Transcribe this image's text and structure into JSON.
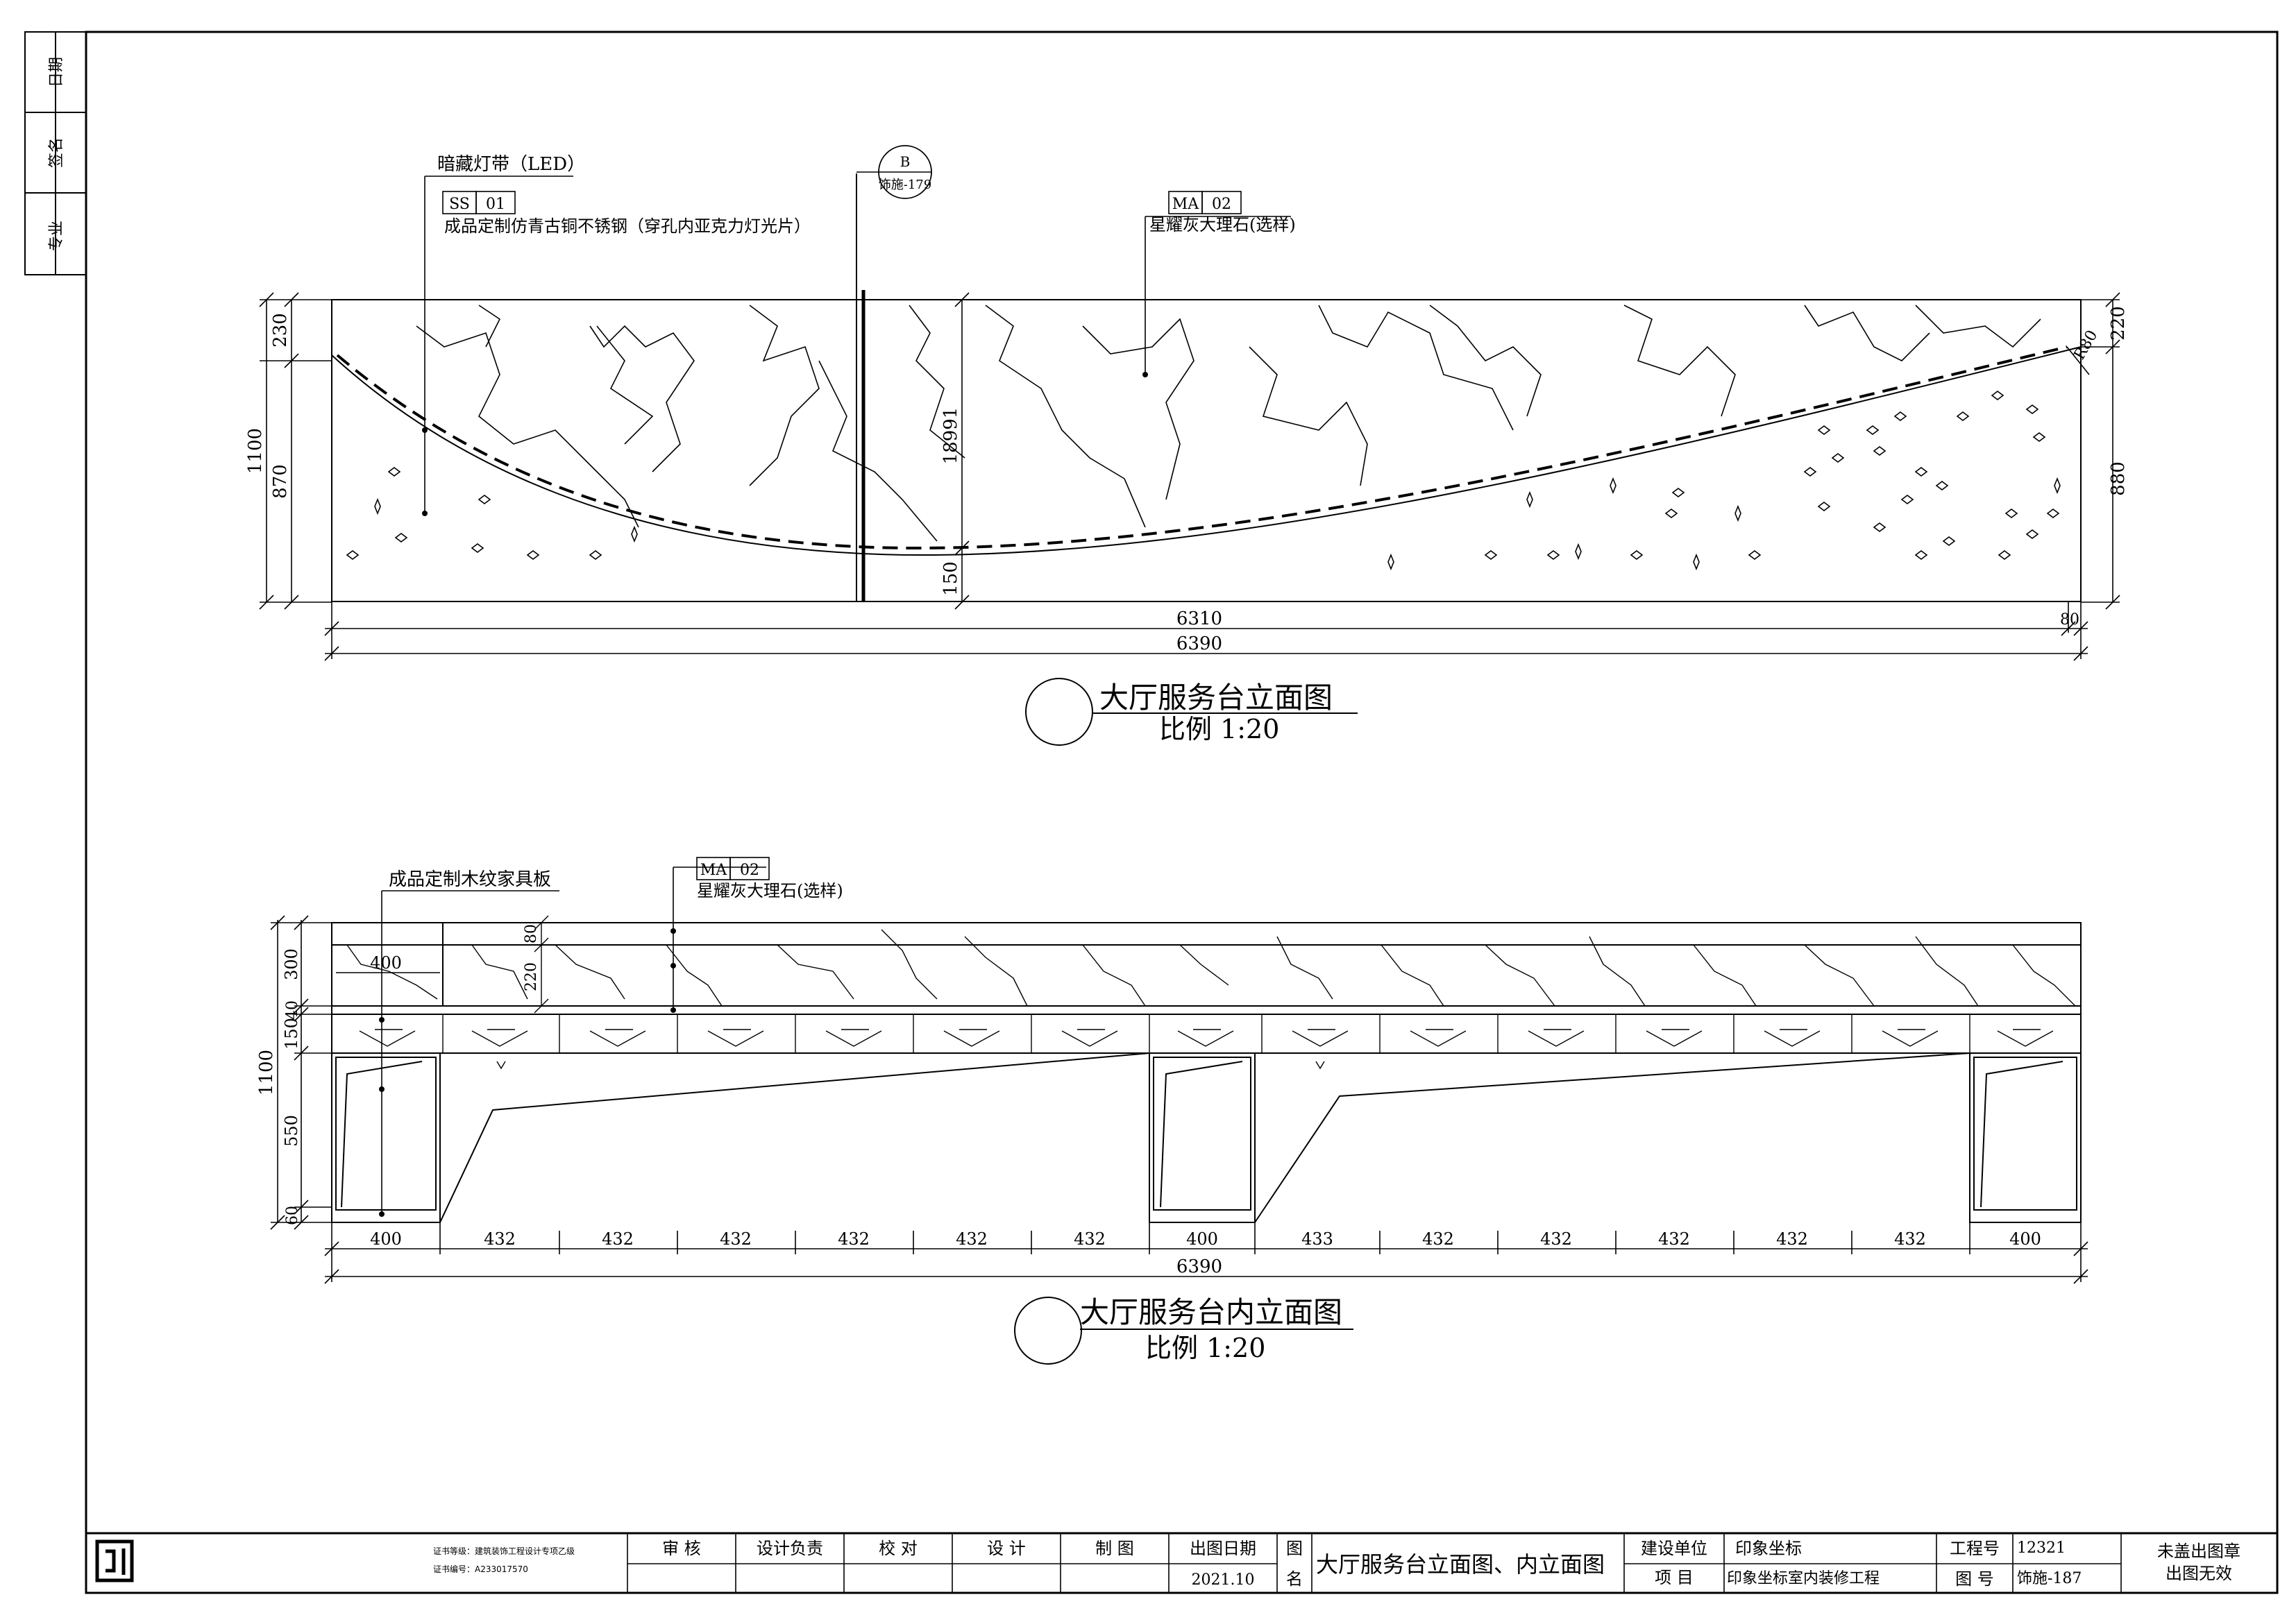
{
  "side_strip": [
    "专业",
    "签名",
    "日期"
  ],
  "elevation": {
    "callouts": {
      "led_title": "暗藏灯带（LED）",
      "ss_code": "SS",
      "ss_num": "01",
      "ss_desc": "成品定制仿青古铜不锈钢（穿孔内亚克力灯光片）",
      "section_letter": "B",
      "section_sheet": "饰施-179",
      "ma_code": "MA",
      "ma_num": "02",
      "ma_desc": "星耀灰大理石(选样)"
    },
    "dims": {
      "left_total": "1100",
      "left_top": "230",
      "left_bottom": "870",
      "right_top": "220",
      "right_bottom": "880",
      "radius": "R80",
      "vert_mid": "18991",
      "vert_low": "150",
      "width_main": "6310",
      "width_end": "80",
      "width_total": "6390"
    },
    "title": "大厅服务台立面图",
    "scale": "比例 1:20"
  },
  "inner": {
    "callouts": {
      "wood": "成品定制木纹家具板",
      "ma_code": "MA",
      "ma_num": "02",
      "ma_desc": "星耀灰大理石(选样)"
    },
    "dims": {
      "left_total": "1100",
      "left_300": "300",
      "left_40": "40",
      "left_150": "150",
      "left_550": "550",
      "left_60": "60",
      "v_80": "80",
      "v_220": "220",
      "inner_400": "400",
      "segments": [
        "400",
        "432",
        "432",
        "432",
        "432",
        "432",
        "432",
        "400",
        "433",
        "432",
        "432",
        "432",
        "432",
        "432",
        "400"
      ],
      "total": "6390"
    },
    "title": "大厅服务台内立面图",
    "scale": "比例 1:20"
  },
  "title_block": {
    "cert_level": "证书等级：建筑装饰工程设计专项乙级",
    "cert_no": "证书编号：A233017570",
    "labels": [
      "审  核",
      "设计负责",
      "校  对",
      "设  计",
      "制  图"
    ],
    "date_label": "出图日期",
    "date_value": "2021.10",
    "name_label_1": "图",
    "name_label_2": "名",
    "drawing_name": "大厅服务台立面图、内立面图",
    "client_label": "建设单位",
    "client_value": "印象坐标",
    "project_label": "项    目",
    "project_value": "印象坐标室内装修工程",
    "job_label": "工程号",
    "job_value": "12321",
    "sheet_label": "图  号",
    "sheet_value": "饰施-187",
    "stamp_line1": "未盖出图章",
    "stamp_line2": "出图无效"
  }
}
